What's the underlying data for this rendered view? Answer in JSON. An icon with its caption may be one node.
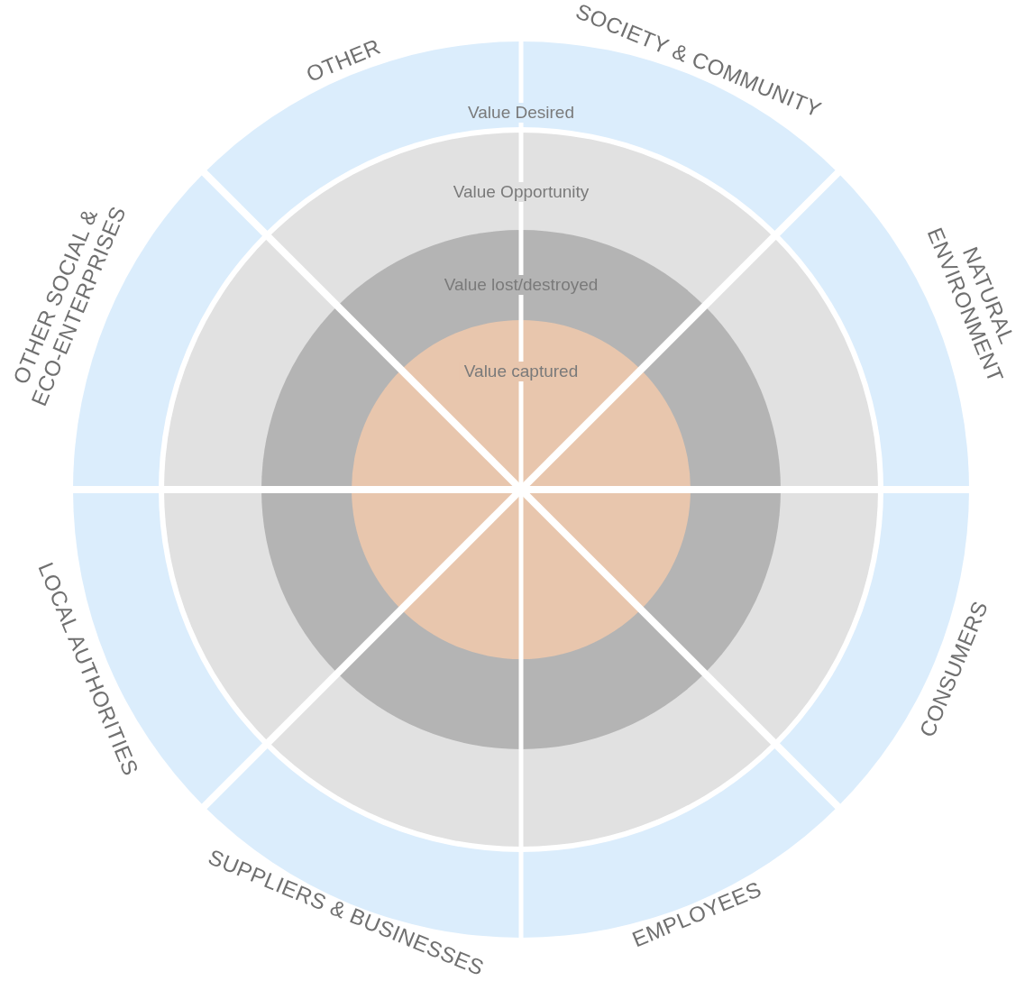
{
  "diagram": {
    "nodes": [
      {
        "text": [
          "Value Desired"
        ]
      },
      {
        "text": [
          "Value Opportunity"
        ],
        "in": 0
      },
      {
        "text": [
          "Value lost/destroyed"
        ],
        "in": 1
      },
      {
        "text": [
          "Value captured"
        ],
        "in": 2
      }
    ],
    "labels": [
      "OTHER",
      "SOCIETY & COMMUNITY",
      "OTHER SOCIAL & ECO-ENTERPRISES",
      "NATURAL ENVIRONMENT",
      "LOCAL AUTHORITIES",
      "CONSUMERS",
      "SUPPLIERS & BUSINESSES",
      "EMPLOYEES"
    ]
  }
}
